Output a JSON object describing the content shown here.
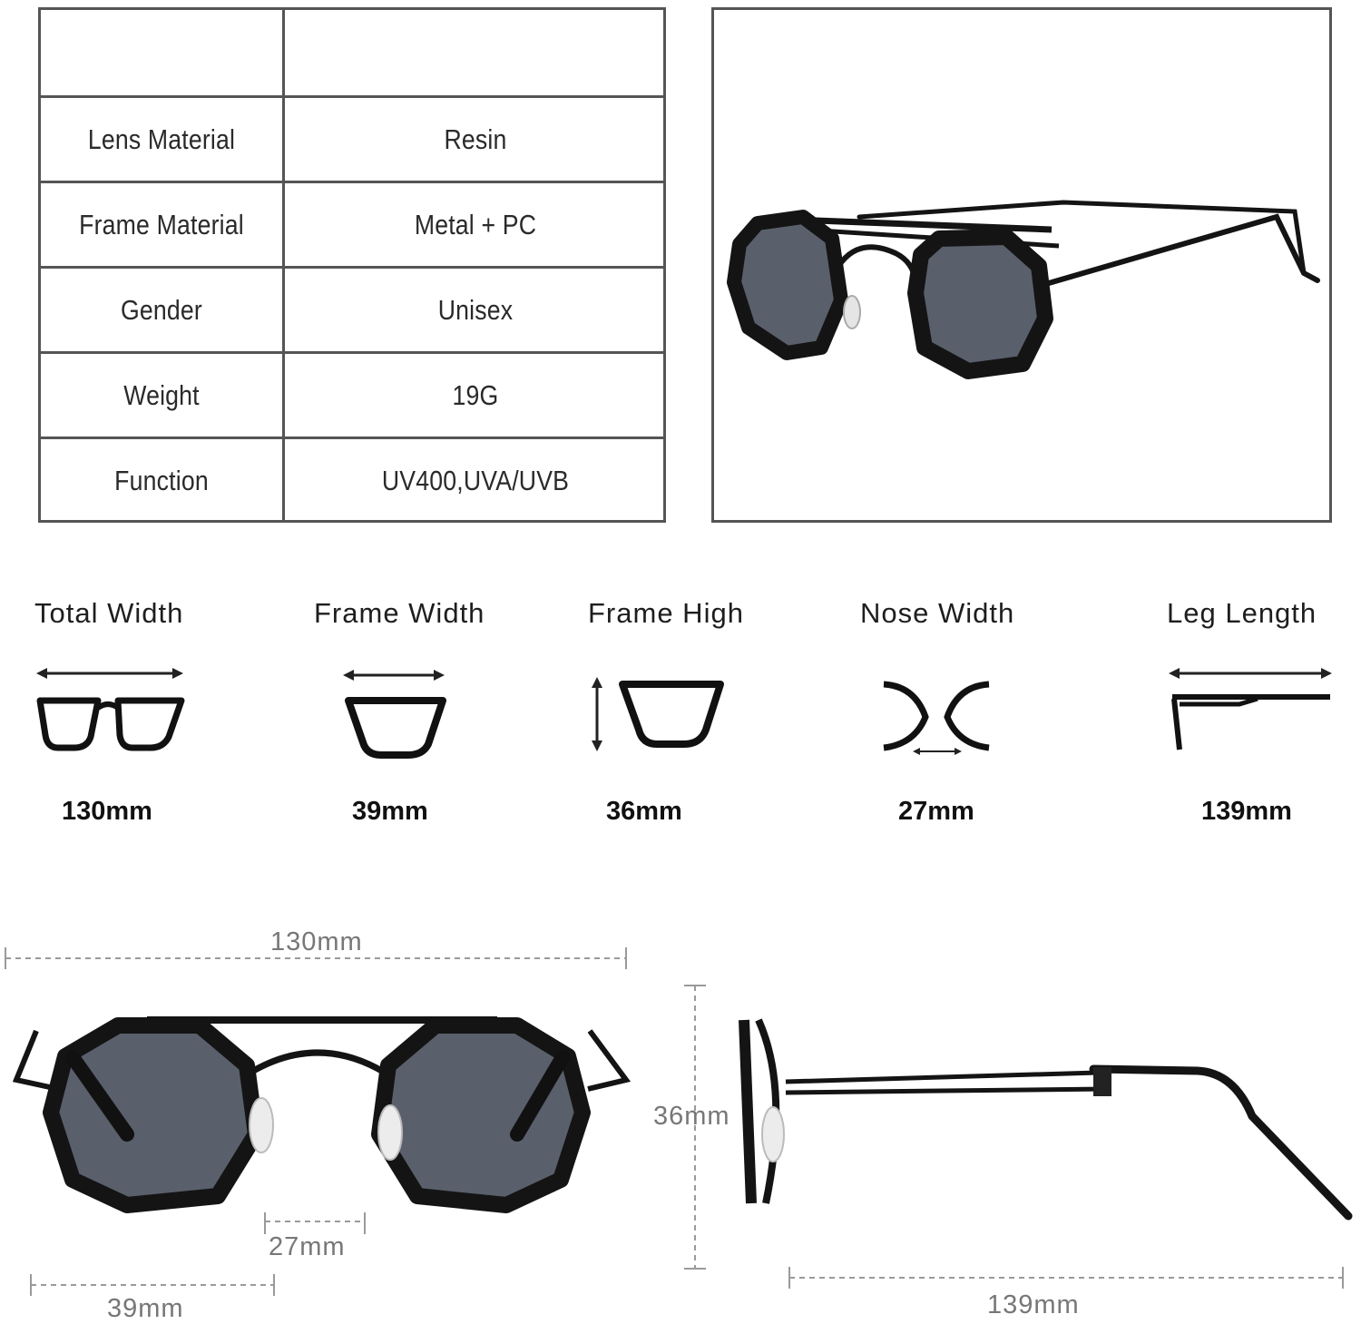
{
  "specs": [
    {
      "label": "",
      "value": ""
    },
    {
      "label": "Lens Material",
      "value": "Resin"
    },
    {
      "label": "Frame Material",
      "value": "Metal + PC"
    },
    {
      "label": "Gender",
      "value": "Unisex"
    },
    {
      "label": "Weight",
      "value": "19G"
    },
    {
      "label": "Function",
      "value": "UV400,UVA/UVB"
    }
  ],
  "dimensions": [
    {
      "title": "Total Width",
      "value": "130mm"
    },
    {
      "title": "Frame Width",
      "value": "39mm"
    },
    {
      "title": "Frame High",
      "value": "36mm"
    },
    {
      "title": "Nose Width",
      "value": "27mm"
    },
    {
      "title": "Leg Length",
      "value": "139mm"
    }
  ],
  "measurements": {
    "total_width": "130mm",
    "height": "36mm",
    "nose_width": "27mm",
    "frame_width": "39mm",
    "leg_length": "139mm"
  },
  "colors": {
    "frame": "#141414",
    "lens": "#5a5f6c",
    "guide": "#9a9a9a"
  }
}
